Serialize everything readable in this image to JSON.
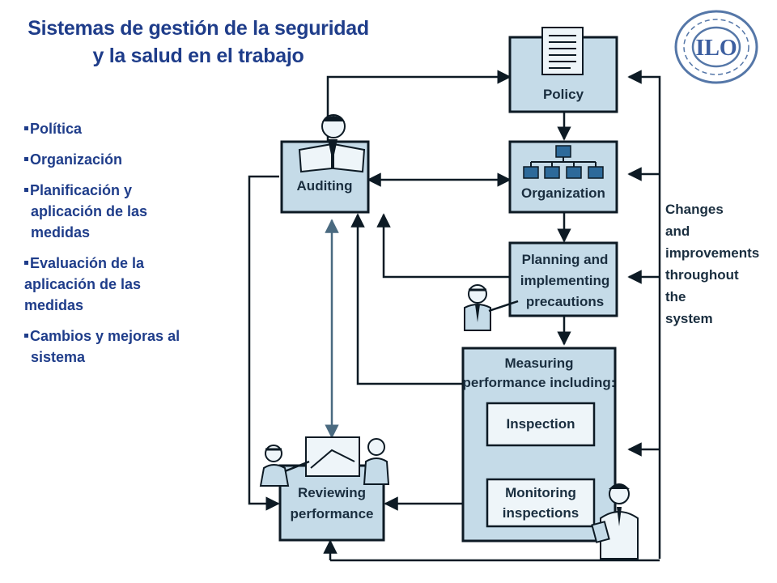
{
  "title": {
    "line1": "Sistemas de gestión de la seguridad",
    "line2": "y la salud en el trabajo"
  },
  "bullets": [
    {
      "lines": [
        "Política"
      ]
    },
    {
      "lines": [
        "Organización"
      ]
    },
    {
      "lines": [
        "Planificación  y",
        "aplicación de las",
        "medidas"
      ]
    },
    {
      "lines": [
        "Evaluación de la",
        "aplicación de  las",
        "medidas"
      ]
    },
    {
      "lines": [
        "Cambios y mejoras al",
        "sistema"
      ]
    }
  ],
  "logo": {
    "text": "ILO"
  },
  "diagram": {
    "policy": "Policy",
    "auditing": "Auditing",
    "organization": "Organization",
    "planning": [
      "Planning and",
      "implementing",
      "precautions"
    ],
    "measuring": [
      "Measuring",
      "performance including:"
    ],
    "inspection": "Inspection",
    "monitoring": [
      "Monitoring",
      "inspections"
    ],
    "reviewing": [
      "Reviewing",
      "performance"
    ],
    "side_note": [
      "Changes",
      "and",
      "improvements",
      "throughout",
      "the",
      "system"
    ]
  },
  "colors": {
    "title": "#1f3d8a",
    "box_fill": "#c5dbe8",
    "line": "#0d1a24"
  }
}
